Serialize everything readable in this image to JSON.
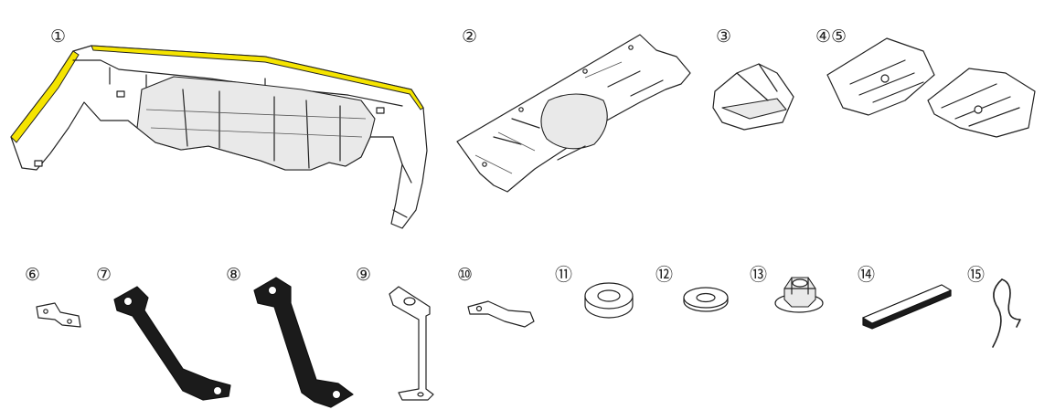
{
  "parts": [
    {
      "number": "①",
      "icon": "rear-bumper-diffuser-icon"
    },
    {
      "number": "②",
      "icon": "undercover-panel-icon"
    },
    {
      "number": "③",
      "icon": "small-cover-icon"
    },
    {
      "number": "④⑤",
      "icon": "bracket-pair-icon"
    },
    {
      "number": "⑥",
      "icon": "small-plate-bracket-icon"
    },
    {
      "number": "⑦",
      "icon": "z-stay-left-icon"
    },
    {
      "number": "⑧",
      "icon": "z-stay-right-icon"
    },
    {
      "number": "⑨",
      "icon": "l-stay-icon"
    },
    {
      "number": "⑩",
      "icon": "bent-plate-icon"
    },
    {
      "number": "⑪",
      "icon": "collar-icon"
    },
    {
      "number": "⑫",
      "icon": "washer-icon"
    },
    {
      "number": "⑬",
      "icon": "flange-nut-icon"
    },
    {
      "number": "⑭",
      "icon": "foam-tape-icon"
    },
    {
      "number": "⑮",
      "icon": "clip-wire-icon"
    }
  ],
  "colors": {
    "line": "#222222",
    "highlight": "#f5e400",
    "black_part": "#1b1b1b"
  }
}
